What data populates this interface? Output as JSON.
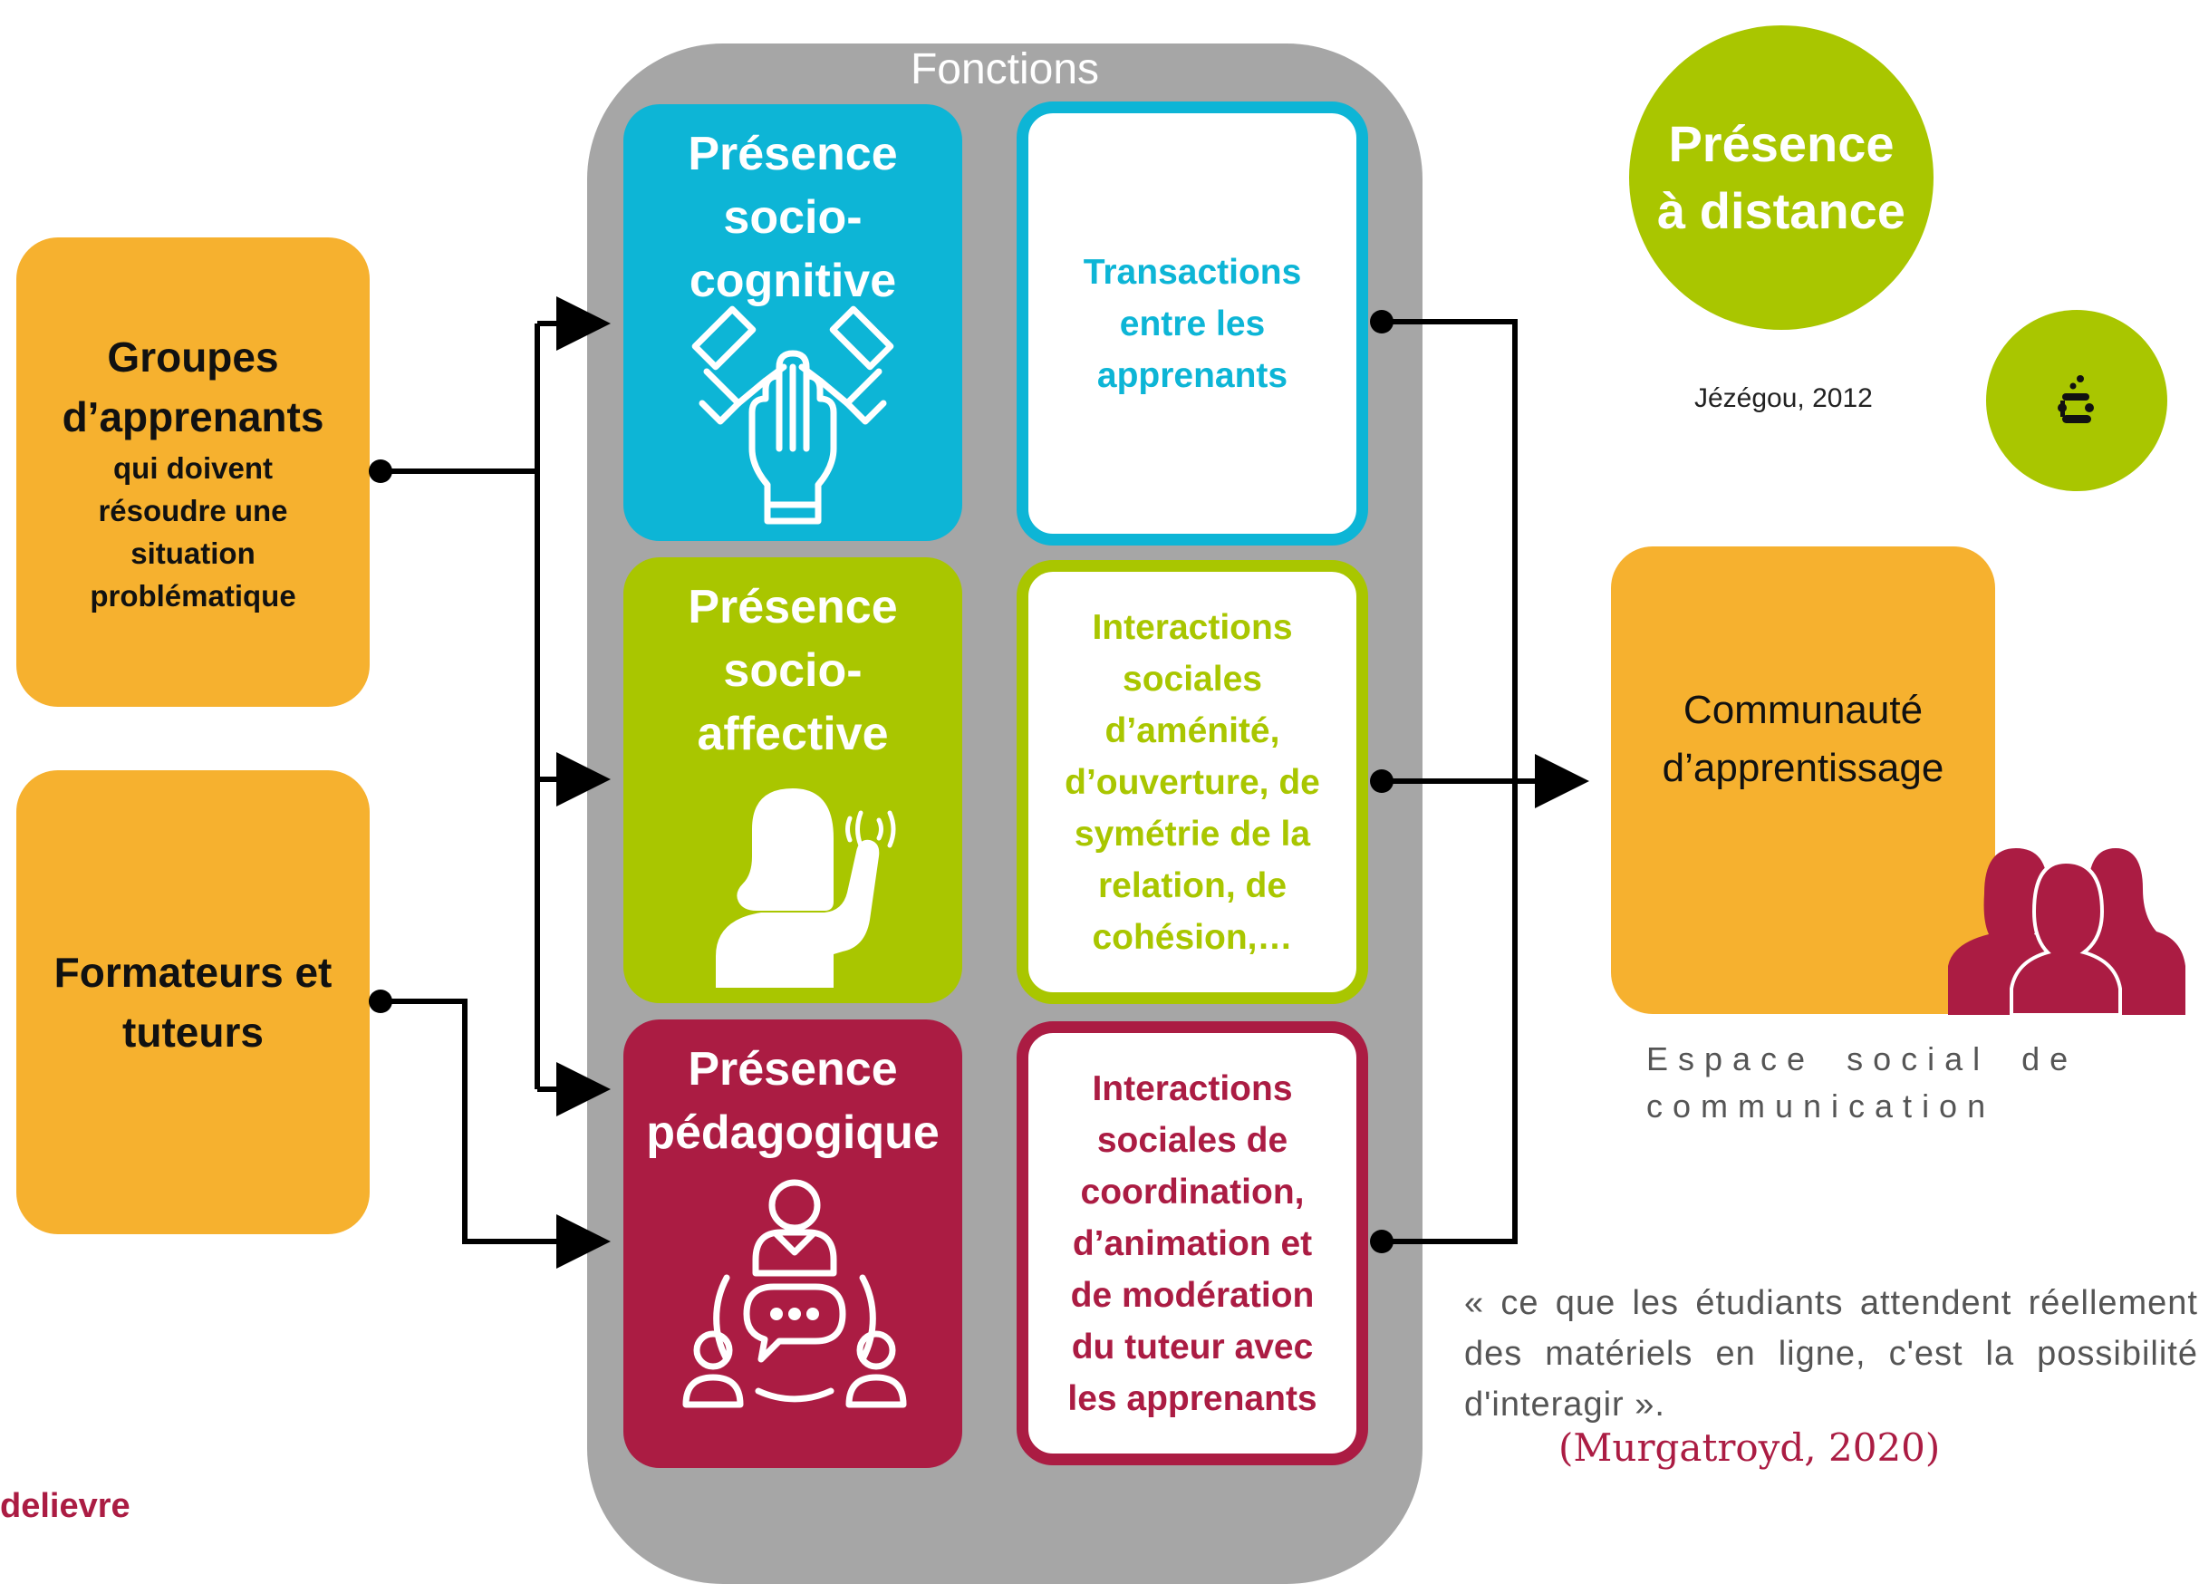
{
  "colors": {
    "orange": "#F6B12F",
    "cyan": "#0DB5D6",
    "green": "#A9C600",
    "crimson": "#AB1C43",
    "panel": "#A6A6A6",
    "dark": "#111111",
    "gray_text": "#555555"
  },
  "panel": {
    "label": "Fonctions"
  },
  "left": {
    "groups": {
      "title": "Groupes d’apprenants",
      "subtitle": "qui doivent résoudre une situation problématique"
    },
    "trainers": {
      "title": "Formateurs et tuteurs"
    }
  },
  "functions": [
    {
      "title": "Présence socio-cognitive",
      "icon": "hands-together-icon"
    },
    {
      "title": "Présence socio-affective",
      "icon": "waving-person-icon"
    },
    {
      "title": "Présence pédagogique",
      "icon": "group-chat-icon"
    }
  ],
  "transactions": [
    {
      "text": "Transactions entre les apprenants"
    },
    {
      "text": "Interactions sociales d’aménité, d’ouverture, de symétrie de la relation, de cohésion,…"
    },
    {
      "text": "Interactions sociales de coordination, d’animation et de modération du tuteur avec les apprenants"
    }
  ],
  "right": {
    "presence_circle": "Présence à distance",
    "citation": "Jézégou, 2012",
    "logo_icon": "logo-icon",
    "community": "Communauté d’apprentissage",
    "community_icon": "people-group-icon",
    "space_caption": "Espace social de communication",
    "quote": "« ce que les étudiants attendent réellement des matériels en ligne, c'est la possibilité d'interagir ».",
    "quote_author": "(Murgatroyd, 2020)"
  },
  "footer": {
    "brand": "delievre"
  }
}
